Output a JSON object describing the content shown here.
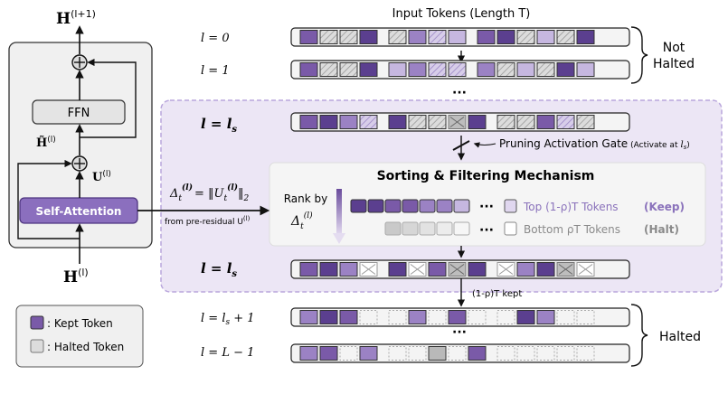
{
  "colors": {
    "t1": "#5b3f8f",
    "t2": "#7a5aa8",
    "t3": "#9b82c4",
    "t4": "#c6b7e0",
    "t5": "#e0d7ef",
    "halted": "#b9b9b9",
    "panel": "#ece6f5",
    "border_purple": "#b9a6dc"
  },
  "left": {
    "output_label": "H",
    "output_sup": "(l+1)",
    "ffn_label": "FFN",
    "htilde_label": "H̃",
    "htilde_sup": "(l)",
    "u_label": "U",
    "u_sup": "(l)",
    "attn_label": "Self-Attention",
    "input_label": "H",
    "input_sup": "(l)"
  },
  "legend": {
    "kept_label": ": Kept Token",
    "halted_label": ": Halted Token"
  },
  "top": {
    "title": "Input Tokens (Length T)",
    "l0_label": "l = 0",
    "l1_label": "l = 1",
    "not_halted_1": "Not",
    "not_halted_2": "Halted"
  },
  "middle": {
    "ls_label_a": "l = l",
    "ls_sub": "s",
    "delta_eq": "Δ",
    "delta_sub": "t",
    "delta_sup": "(l)",
    "delta_rhs": "= ‖U",
    "delta_rhs_sub": "t",
    "delta_rhs_sup": "(l)",
    "delta_norm": "‖",
    "delta_norm_sub": "2",
    "from_pre": "from pre-residual U",
    "from_pre_sup": "(l)",
    "gate_label": "Pruning Activation Gate",
    "gate_note": "(Activate at",
    "gate_note_l": "l",
    "gate_note_s": "s",
    "gate_note_close": ")",
    "sorting_title": "Sorting & Filtering Mechanism",
    "rank_by": "Rank by",
    "rank_delta": "Δ",
    "rank_sub": "t",
    "rank_sup": "(l)",
    "keep_text": "Top (1-ρ)T Tokens",
    "keep_tag": "(Keep)",
    "halt_text": "Bottom ρT Tokens",
    "halt_tag": "(Halt)",
    "ellipsis": "···",
    "kept_note": "(1-ρ)T kept"
  },
  "bottom": {
    "row1_label": "l = l",
    "row1_sub": "s",
    "row1_tail": " + 1",
    "row2_label": "l = L − 1",
    "halted": "Halted"
  }
}
